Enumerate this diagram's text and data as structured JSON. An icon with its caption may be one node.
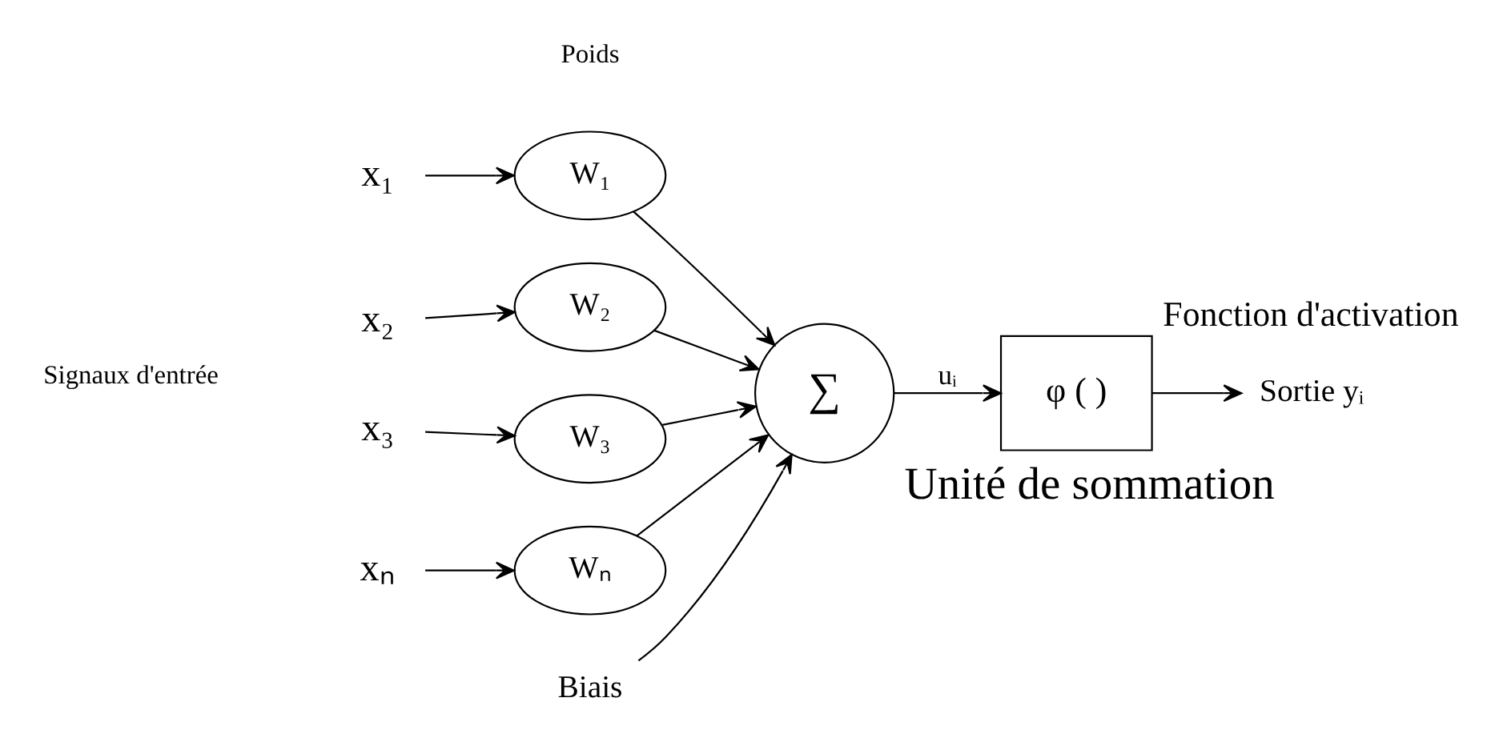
{
  "diagram": {
    "nodes": [
      {
        "text": [
          "x₁"
        ]
      },
      {
        "text": [
          "x₂"
        ]
      },
      {
        "text": [
          "x₃"
        ]
      },
      {
        "text": [
          "xₙ"
        ]
      },
      {
        "text": [
          "W₁"
        ]
      },
      {
        "text": [
          "W₂"
        ]
      },
      {
        "text": [
          "W₃"
        ]
      },
      {
        "text": [
          "Wₙ"
        ]
      },
      {
        "text": [
          "∑"
        ],
        "beside": [
          "Unité de sommation"
        ]
      },
      {
        "text": [
          "Biais"
        ]
      },
      {
        "text": [
          "φ ( )"
        ],
        "beside": [
          "Fonction d'activation"
        ]
      },
      {
        "text": [
          "Sortie yᵢ"
        ]
      }
    ],
    "edges": [
      {
        "from": 0,
        "to": 4,
        "arrow": "to"
      },
      {
        "from": 1,
        "to": 5,
        "arrow": "to"
      },
      {
        "from": 2,
        "to": 6,
        "arrow": "to"
      },
      {
        "from": 3,
        "to": 7,
        "arrow": "to"
      },
      {
        "from": 4,
        "to": 8,
        "arrow": "to"
      },
      {
        "from": 5,
        "to": 8,
        "arrow": "to"
      },
      {
        "from": 6,
        "to": 8,
        "arrow": "to"
      },
      {
        "from": 7,
        "to": 8,
        "arrow": "to"
      },
      {
        "from": 9,
        "to": 8,
        "arrow": "to"
      },
      {
        "from": 8,
        "to": 10,
        "arrow": "to",
        "label": "uᵢ"
      },
      {
        "from": 10,
        "to": 11,
        "arrow": "to"
      }
    ],
    "labels": [
      "Poids",
      "Signaux d'entrée"
    ]
  }
}
